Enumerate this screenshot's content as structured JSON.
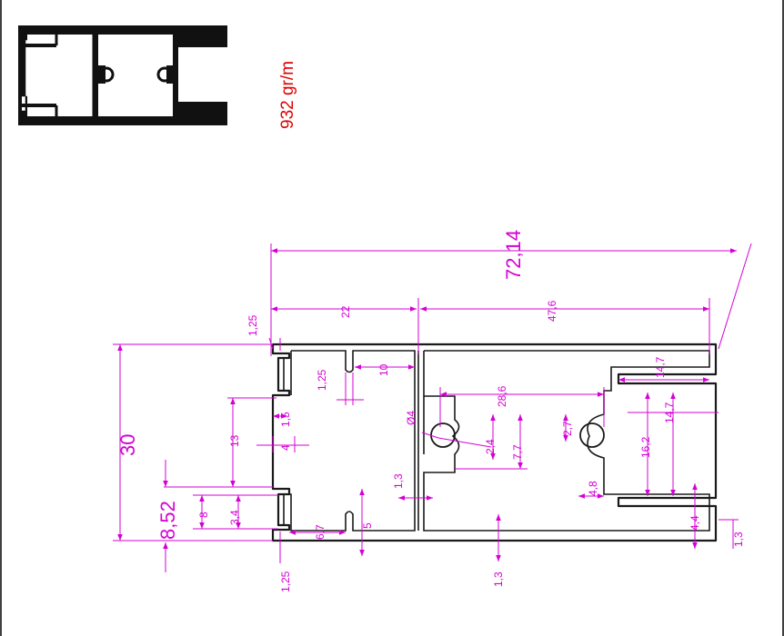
{
  "weight_label": "932 gr/m",
  "dimensions": {
    "overall_length": "72,14",
    "overall_height": "30",
    "left_section": "22",
    "right_section": "47,6",
    "lip_thickness_top": "1,25",
    "lip_thickness_bottom": "1,25",
    "slot_inner_gap": "1,25",
    "slot_offset": "10",
    "bore_spacing": "28,6",
    "bore_diameter": "Ø4",
    "bore_slot_a": "2,4",
    "bore_slot_b": "7,7",
    "bore_slot_c": "2,7",
    "flange_width": "14,7",
    "flange_depth": "14,7",
    "channel_depth": "16,2",
    "channel_wall": "4,8",
    "web_thickness": "1,3",
    "bottom_wall": "1,3",
    "right_wall": "1,3",
    "foot_height": "4,4",
    "lip_small": "1,5",
    "lip_width": "4",
    "left_span": "13",
    "left_gap": "8,52",
    "notch_a": "8",
    "notch_b": "3,4",
    "notch_c": "6,7",
    "notch_d": "5"
  }
}
